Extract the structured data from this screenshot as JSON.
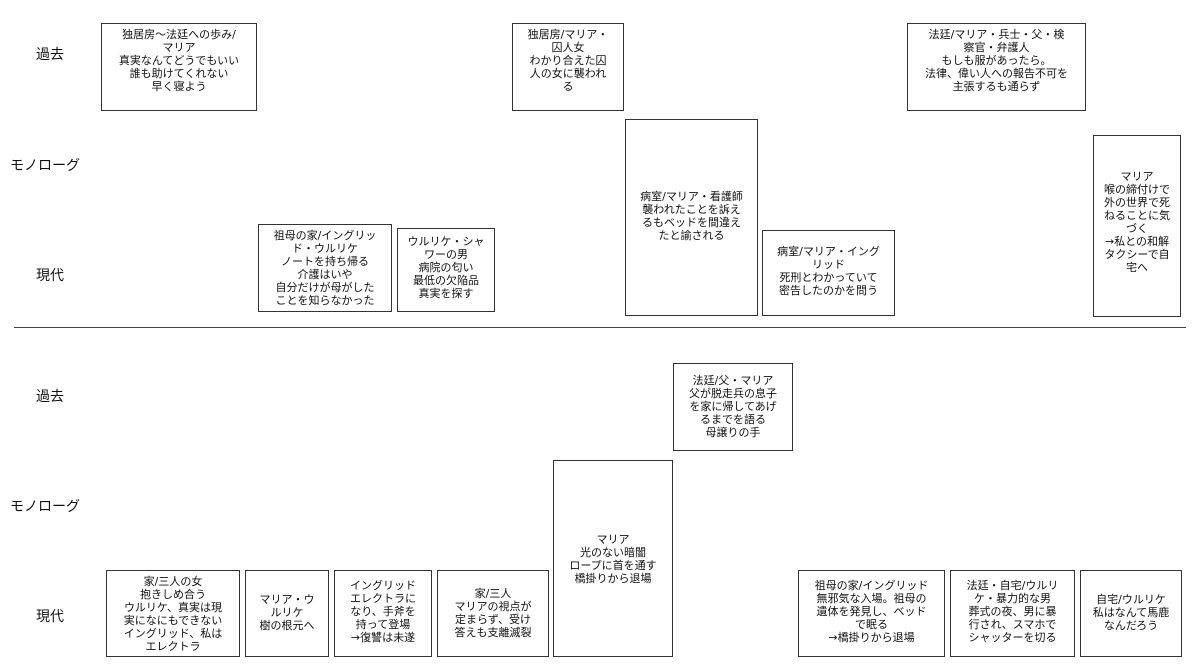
{
  "panels": [
    {
      "rows": [
        "過去",
        "モノローグ",
        "現代"
      ],
      "scenes": [
        {
          "id": "t1",
          "lines": [
            "独居房〜法廷への歩み/",
            "マリア",
            "真実なんてどうでもいい",
            "誰も助けてくれない",
            "早く寝よう"
          ]
        },
        {
          "id": "t2",
          "lines": [
            "祖母の家/イングリッ",
            "ド・ウルリケ",
            "ノートを持ち帰る",
            "介護はいや",
            "自分だけが母がした",
            "ことを知らなかった"
          ]
        },
        {
          "id": "t3",
          "lines": [
            "ウルリケ・シャ",
            "ワーの男",
            "病院の匂い",
            "最低の欠陥品",
            "真実を探す"
          ]
        },
        {
          "id": "t4",
          "lines": [
            "独居房/マリア・",
            "囚人女",
            "わかり合えた囚",
            "人の女に襲われ",
            "る"
          ]
        },
        {
          "id": "t5",
          "lines": [
            "病室/マリア・看護師",
            "襲われたことを訴え",
            "るもベッドを間違え",
            "たと諭される"
          ]
        },
        {
          "id": "t6",
          "lines": [
            "病室/マリア・イング",
            "リッド",
            "死刑とわかっていて",
            "密告したのかを問う"
          ]
        },
        {
          "id": "t7",
          "lines": [
            "法廷/マリア・兵士・父・検",
            "察官・弁護人",
            "もしも服があったら。",
            "法律、偉い人への報告不可を",
            "主張するも通らず"
          ]
        },
        {
          "id": "t8",
          "lines": [
            "マリア",
            "喉の締付けで",
            "外の世界で死",
            "ねることに気",
            "づく",
            "→私との和解",
            "タクシーで自",
            "宅へ"
          ]
        }
      ]
    },
    {
      "rows": [
        "過去",
        "モノローグ",
        "現代"
      ],
      "scenes": [
        {
          "id": "b1",
          "lines": [
            "家/三人の女",
            "抱きしめ合う",
            "ウルリケ、真実は現",
            "実になにもできない",
            "イングリッド、私は",
            "エレクトラ"
          ]
        },
        {
          "id": "b2",
          "lines": [
            "マリア・ウ",
            "ルリケ",
            "樹の根元へ"
          ]
        },
        {
          "id": "b3",
          "lines": [
            "イングリッド",
            "エレクトラに",
            "なり、手斧を",
            "持って登場",
            "→復讐は未遂"
          ]
        },
        {
          "id": "b4",
          "lines": [
            "家/三人",
            "マリアの視点が",
            "定まらず、受け",
            "答えも支離滅裂"
          ]
        },
        {
          "id": "b5",
          "lines": [
            "マリア",
            "光のない暗闇",
            "ロープに首を通す",
            "橋掛りから退場"
          ]
        },
        {
          "id": "b6",
          "lines": [
            "法廷/父・マリア",
            "父が脱走兵の息子",
            "を家に帰してあげ",
            "るまでを語る",
            "母譲りの手"
          ]
        },
        {
          "id": "b7",
          "lines": [
            "祖母の家/イングリッド",
            "無邪気な入場。祖母の",
            "遺体を発見し、ベッド",
            "で眠る",
            "→橋掛りから退場"
          ]
        },
        {
          "id": "b8",
          "lines": [
            "法廷・自宅/ウルリ",
            "ケ・暴力的な男",
            "葬式の夜、男に暴",
            "行され、スマホで",
            "シャッターを切る"
          ]
        },
        {
          "id": "b9",
          "lines": [
            "自宅/ウルリケ",
            "私はなんて馬鹿",
            "なんだろう"
          ]
        }
      ]
    }
  ]
}
